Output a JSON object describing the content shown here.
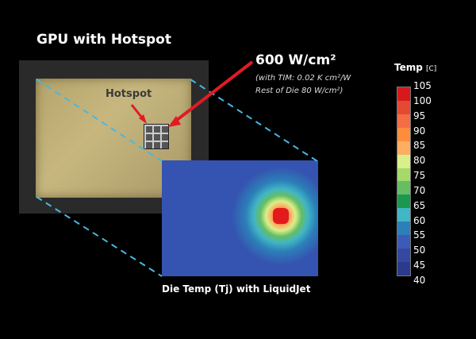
{
  "title": "GPU with Hotspot",
  "hotspot_label": "Hotspot",
  "callout": {
    "value": "600 W/cm²",
    "note_line1": "(with TIM: 0.02 K cm²/W",
    "note_line2": "Rest of Die 80 W/cm²)"
  },
  "caption": "Die Temp (Tj) with LiquidJet",
  "legend": {
    "title": "Temp",
    "unit": "[C]",
    "ticks": [
      "105",
      "100",
      "95",
      "90",
      "85",
      "80",
      "75",
      "70",
      "65",
      "60",
      "55",
      "50",
      "45",
      "40"
    ],
    "colors": [
      "#d7191c",
      "#e34a33",
      "#f46d43",
      "#fd8d3c",
      "#fdae61",
      "#d9ef8b",
      "#a6d96a",
      "#66bd63",
      "#1a9850",
      "#41b6c4",
      "#2c7fb8",
      "#3c5bb8",
      "#34489f",
      "#2b3a8a"
    ]
  },
  "colors": {
    "arrow": "#e01b24",
    "dash_lines": "#47b8e0",
    "heatmap_background": "#3553b0"
  }
}
